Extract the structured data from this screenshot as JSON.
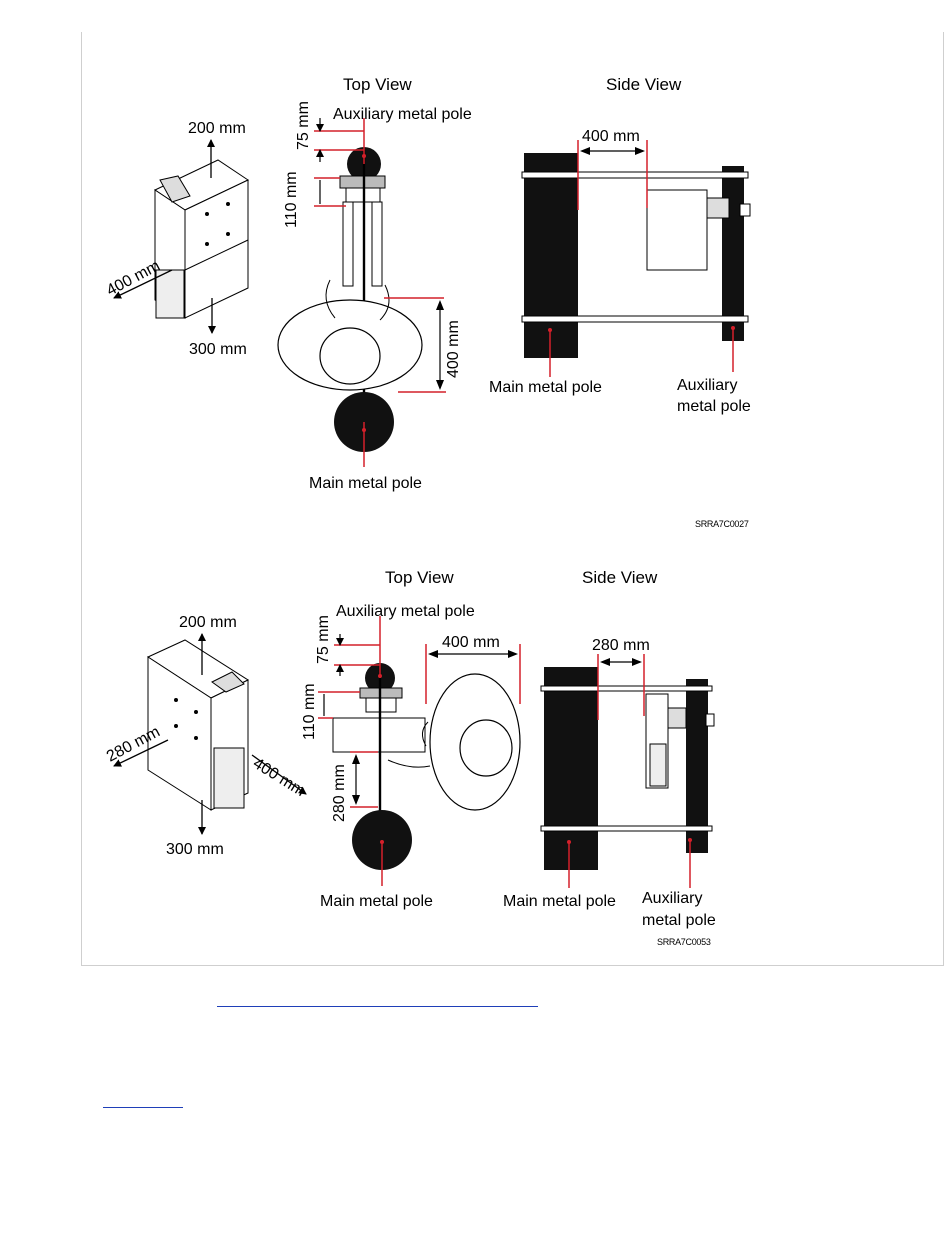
{
  "figure1": {
    "top_view_title": "Top View",
    "side_view_title": "Side View",
    "dim_200": "200 mm",
    "dim_400_iso": "400 mm",
    "dim_300": "300 mm",
    "dim_75": "75 mm",
    "dim_110": "110 mm",
    "dim_400_top": "400 mm",
    "dim_400_side": "400 mm",
    "aux_pole_top": "Auxiliary metal pole",
    "main_pole_top": "Main metal pole",
    "main_pole_side": "Main metal pole",
    "aux_pole_side_1": "Auxiliary",
    "aux_pole_side_2": "metal pole",
    "code": "SRRA7C0027"
  },
  "figure2": {
    "top_view_title": "Top View",
    "side_view_title": "Side View",
    "dim_200": "200 mm",
    "dim_280_iso": "280 mm",
    "dim_400_iso": "400 mm",
    "dim_300": "300 mm",
    "dim_75": "75 mm",
    "dim_110": "110 mm",
    "dim_400_top": "400 mm",
    "dim_280_top": "280 mm",
    "dim_280_side": "280 mm",
    "aux_pole_top": "Auxiliary metal pole",
    "main_pole_top": "Main metal pole",
    "main_pole_side": "Main metal pole",
    "aux_pole_side_1": "Auxiliary",
    "aux_pole_side_2": "metal pole",
    "code": "SRRA7C0053"
  },
  "colors": {
    "accent_red": "#d4202a",
    "pole_black": "#111111",
    "link_blue": "#1f3fb8"
  }
}
